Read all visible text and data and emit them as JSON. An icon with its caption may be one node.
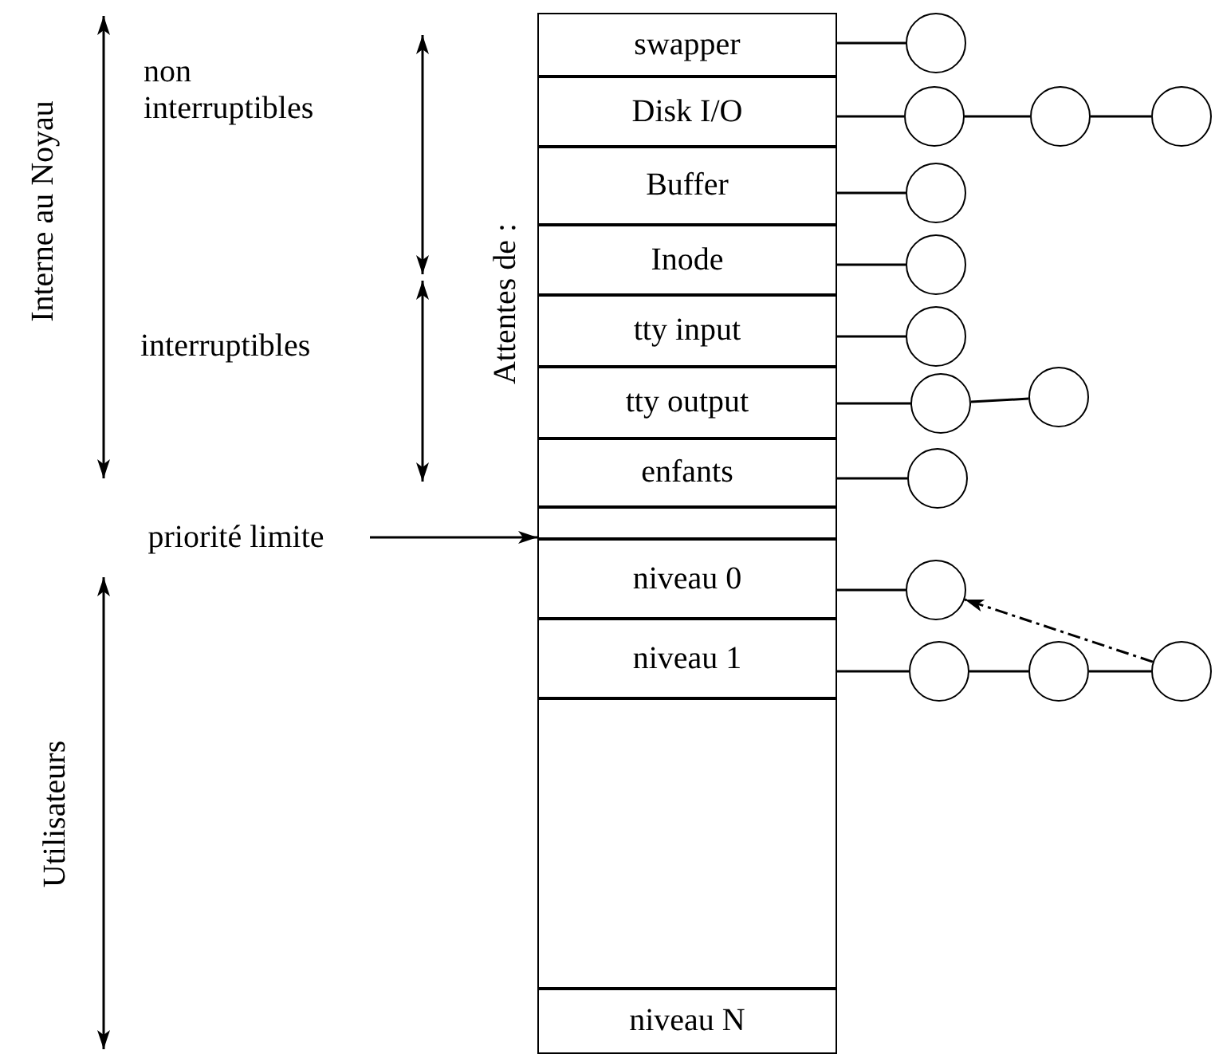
{
  "diagram": {
    "nodes": [
      {
        "text": [
          "swapper"
        ]
      },
      {
        "text": [
          "Disk I/O"
        ]
      },
      {
        "text": [
          "Buffer"
        ]
      },
      {
        "text": [
          "Inode"
        ]
      },
      {
        "text": [
          "tty input"
        ]
      },
      {
        "text": [
          "tty output"
        ]
      },
      {
        "text": [
          "enfants"
        ]
      },
      {
        "text": [],
        "shape": "box"
      },
      {
        "text": [
          "niveau 0"
        ]
      },
      {
        "text": [
          "niveau 1"
        ]
      },
      {
        "text": [],
        "shape": "box"
      },
      {
        "text": [
          "niveau N"
        ]
      },
      {
        "text": [],
        "shape": "circle"
      },
      {
        "text": [],
        "shape": "circle"
      },
      {
        "text": [],
        "shape": "circle"
      },
      {
        "text": [],
        "shape": "circle"
      },
      {
        "text": [],
        "shape": "circle"
      },
      {
        "text": [],
        "shape": "circle"
      },
      {
        "text": [],
        "shape": "circle"
      },
      {
        "text": [],
        "shape": "circle"
      },
      {
        "text": [],
        "shape": "circle"
      },
      {
        "text": [],
        "shape": "circle"
      },
      {
        "text": [],
        "shape": "circle"
      },
      {
        "text": [],
        "shape": "circle"
      },
      {
        "text": [],
        "shape": "circle"
      },
      {
        "text": [],
        "shape": "circle"
      },
      {
        "text": [
          "priorité limite"
        ]
      }
    ],
    "edges": [
      {
        "from": 0,
        "to": 12,
        "arrow": "none"
      },
      {
        "from": 1,
        "to": 13,
        "arrow": "none"
      },
      {
        "from": 13,
        "to": 14,
        "arrow": "none"
      },
      {
        "from": 14,
        "to": 15,
        "arrow": "none"
      },
      {
        "from": 2,
        "to": 16,
        "arrow": "none"
      },
      {
        "from": 3,
        "to": 17,
        "arrow": "none"
      },
      {
        "from": 4,
        "to": 18,
        "arrow": "none"
      },
      {
        "from": 5,
        "to": 19,
        "arrow": "none"
      },
      {
        "from": 19,
        "to": 20,
        "arrow": "none"
      },
      {
        "from": 6,
        "to": 21,
        "arrow": "none"
      },
      {
        "from": 8,
        "to": 22,
        "arrow": "none"
      },
      {
        "from": 9,
        "to": 23,
        "arrow": "none"
      },
      {
        "from": 23,
        "to": 24,
        "arrow": "none"
      },
      {
        "from": 24,
        "to": 25,
        "arrow": "none"
      },
      {
        "from": 25,
        "to": 22,
        "arrow": "to",
        "style": "dashed"
      },
      {
        "from": 26,
        "to": 7,
        "arrow": "to"
      }
    ],
    "labels": [
      "Interne au Noyau",
      "non interruptibles",
      "interruptibles",
      "Attentes de :",
      "Utilisateurs"
    ]
  }
}
